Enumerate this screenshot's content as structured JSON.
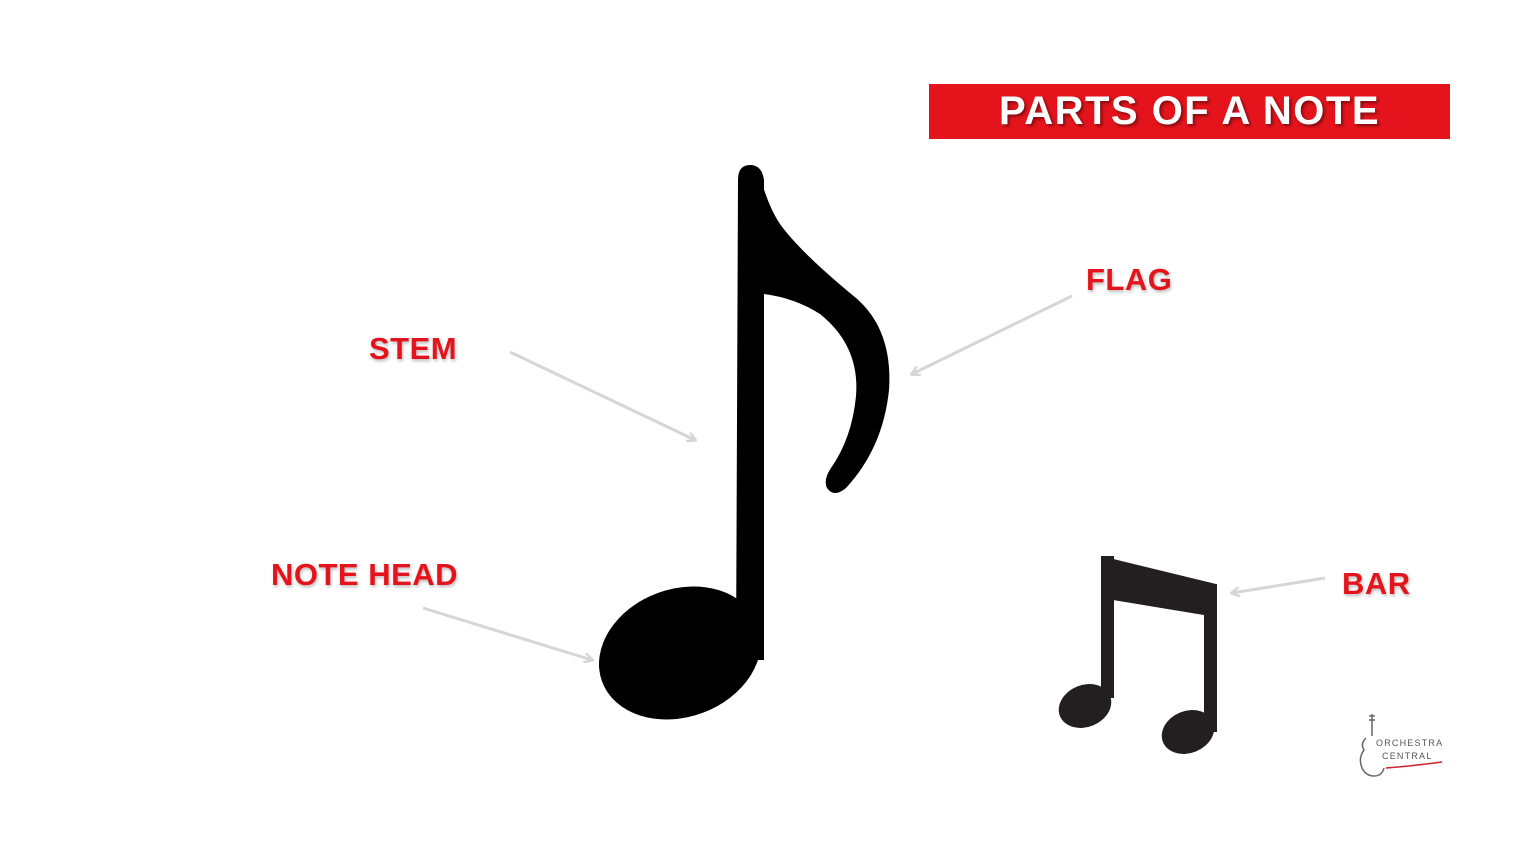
{
  "title": "PARTS OF A NOTE",
  "labels": {
    "stem": "STEM",
    "flag": "FLAG",
    "note_head": "NOTE HEAD",
    "bar": "BAR"
  },
  "logo": {
    "line1": "ORCHESTRA",
    "line2": "CENTRAL"
  },
  "colors": {
    "accent": "#e5141c",
    "label": "#e5141c",
    "arrow": "#d6d6d6",
    "note": "#000000",
    "beamed_notes": "#231f20"
  },
  "icons": {
    "main": "eighth-note-icon",
    "secondary": "beamed-eighth-notes-icon",
    "logo": "violin-icon"
  }
}
